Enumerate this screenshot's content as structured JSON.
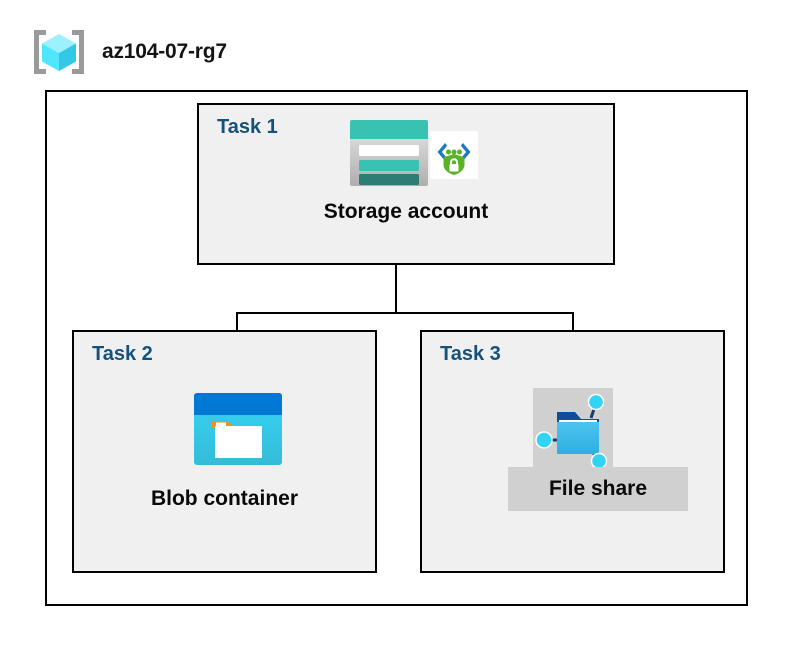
{
  "diagram": {
    "resource_group": {
      "name": "az104-07-rg7",
      "icon": "resource-group-icon"
    },
    "tasks": [
      {
        "id": "task1",
        "label": "Task 1",
        "node_label": "Storage account",
        "icons": [
          "storage-account-icon",
          "secure-access-shield-icon"
        ]
      },
      {
        "id": "task2",
        "label": "Task 2",
        "node_label": "Blob container",
        "icons": [
          "blob-container-icon"
        ]
      },
      {
        "id": "task3",
        "label": "Task 3",
        "node_label": "File share",
        "icons": [
          "file-share-icon"
        ]
      }
    ],
    "colors": {
      "task_label": "#14517b",
      "node_label": "#0a0a0a",
      "box_border": "#000000",
      "task_fill": "#f0f0f0",
      "container_fill": "#ffffff",
      "plate_fill": "#d0d0d0",
      "storage_teal": "#37c2b1",
      "storage_dark_teal": "#2a7e76",
      "blob_blue": "#0078d4",
      "blob_cyan": "#32d4f5",
      "blob_orange": "#f78d1e",
      "shield_green": "#5bb226",
      "cube_cyan": "#50e6ff",
      "bracket_gray": "#949494"
    }
  }
}
